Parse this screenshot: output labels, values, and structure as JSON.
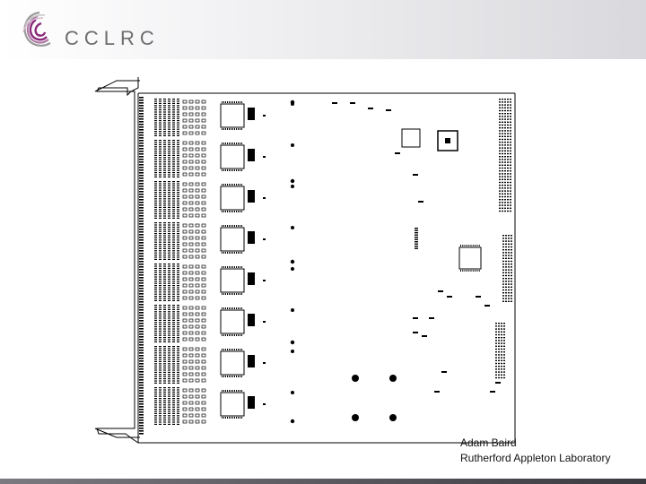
{
  "logo": {
    "text": "CCLRC",
    "icon": "cclrc-swirl-logo"
  },
  "caption": {
    "name": "Adam Baird",
    "organisation": "Rutherford Appleton Laboratory"
  },
  "colors": {
    "header_grey": "#d9d9dd",
    "logo_purple": "#8a2a7a",
    "logo_grey": "#9a9a9a",
    "line": "#000000"
  }
}
